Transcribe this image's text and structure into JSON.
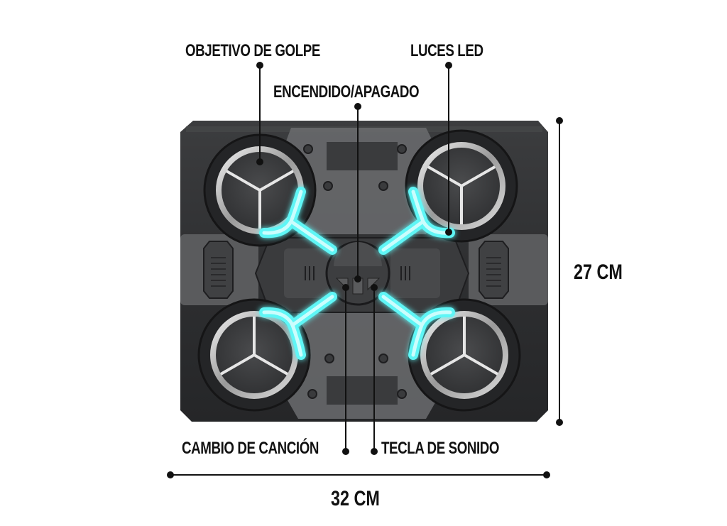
{
  "diagram": {
    "subject": "boxing target machine",
    "labels": {
      "hit_target": "OBJETIVO DE GOLPE",
      "led_lights": "LUCES LED",
      "power": "ENCENDIDO/APAGADO",
      "song_change": "CAMBIO DE CANCIÓN",
      "sound_key": "TECLA DE SONIDO"
    },
    "dimensions": {
      "width": "32 CM",
      "height": "27 CM"
    },
    "colors": {
      "body_dark": "#2b2c2e",
      "body_mid": "#4a4b4d",
      "body_light": "#6b6c6e",
      "pad_face": "#3d3e40",
      "pad_ring": "#e8e8e8",
      "led_glow": "#3ff0f0",
      "line": "#111111"
    }
  }
}
